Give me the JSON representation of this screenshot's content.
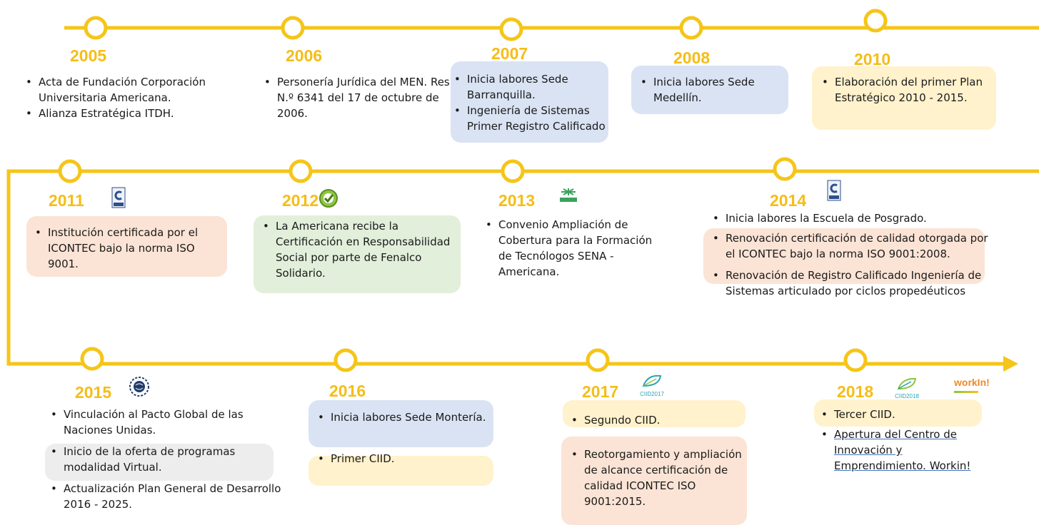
{
  "colors": {
    "timeline": "#f5c518",
    "year": "#f5bd17",
    "box_blue": "#dae3f3",
    "box_yellow": "#fff2cc",
    "box_peach": "#fbe4d5",
    "box_green": "#e2efda",
    "box_gray": "#ededed"
  },
  "rows": [
    {
      "milestones": [
        {
          "year": "2005",
          "items": [
            "Acta de Fundación Corporación Universitaria Americana.",
            "Alianza Estratégica ITDH."
          ]
        },
        {
          "year": "2006",
          "items": [
            "Personería Jurídica del MEN. Res. N.º 6341 del 17 de octubre de 2006."
          ]
        },
        {
          "year": "2007",
          "items": [
            "Inicia labores Sede Barranquilla.",
            "Ingeniería de Sistemas Primer Registro Calificado"
          ]
        },
        {
          "year": "2008",
          "items": [
            "Inicia labores Sede Medellín."
          ]
        },
        {
          "year": "2010",
          "items": [
            "Elaboración del primer Plan Estratégico 2010 - 2015."
          ]
        }
      ]
    },
    {
      "milestones": [
        {
          "year": "2011",
          "icon": "icontec-certification-icon",
          "items": [
            "Institución certificada por el ICONTEC bajo la norma ISO 9001."
          ]
        },
        {
          "year": "2012",
          "icon": "social-responsibility-check-icon",
          "items": [
            "La Americana recibe la Certificación en Responsabilidad Social por parte de Fenalco Solidario."
          ]
        },
        {
          "year": "2013",
          "icon": "sena-logo-icon",
          "items": [
            "Convenio Ampliación de Cobertura para la Formación de Tecnólogos SENA - Americana."
          ]
        },
        {
          "year": "2014",
          "icon": "icontec-certification-icon",
          "items": [
            "Inicia labores la Escuela de Posgrado.",
            "Renovación certificación de calidad otorgada por el ICONTEC bajo la norma ISO 9001:2008.",
            "Renovación de Registro Calificado Ingeniería de Sistemas articulado por ciclos propedéuticos"
          ]
        }
      ]
    },
    {
      "milestones": [
        {
          "year": "2015",
          "icon": "global-compact-globe-icon",
          "items": [
            "Vinculación al Pacto Global de las Naciones Unidas.",
            "Inicio de la oferta de programas modalidad Virtual.",
            "Actualización Plan General de Desarrollo 2016 - 2025."
          ]
        },
        {
          "year": "2016",
          "items": [
            "Inicia labores Sede Montería.",
            "Primer CIID."
          ]
        },
        {
          "year": "2017",
          "icon": "ciid-2017-logo",
          "logo_text": "CIID2017",
          "items": [
            "Segundo CIID.",
            "Reotorgamiento y ampliación de alcance certificación de calidad ICONTEC ISO 9001:2015."
          ]
        },
        {
          "year": "2018",
          "icon": "ciid-2018-logo",
          "logo_text": "CIID2018",
          "logo2_icon": "workin-logo",
          "logo2_text": "workIn!",
          "items": [
            "Tercer CIID.",
            "Apertura del Centro de Innovación y Emprendimiento. Workin!"
          ]
        }
      ]
    }
  ]
}
